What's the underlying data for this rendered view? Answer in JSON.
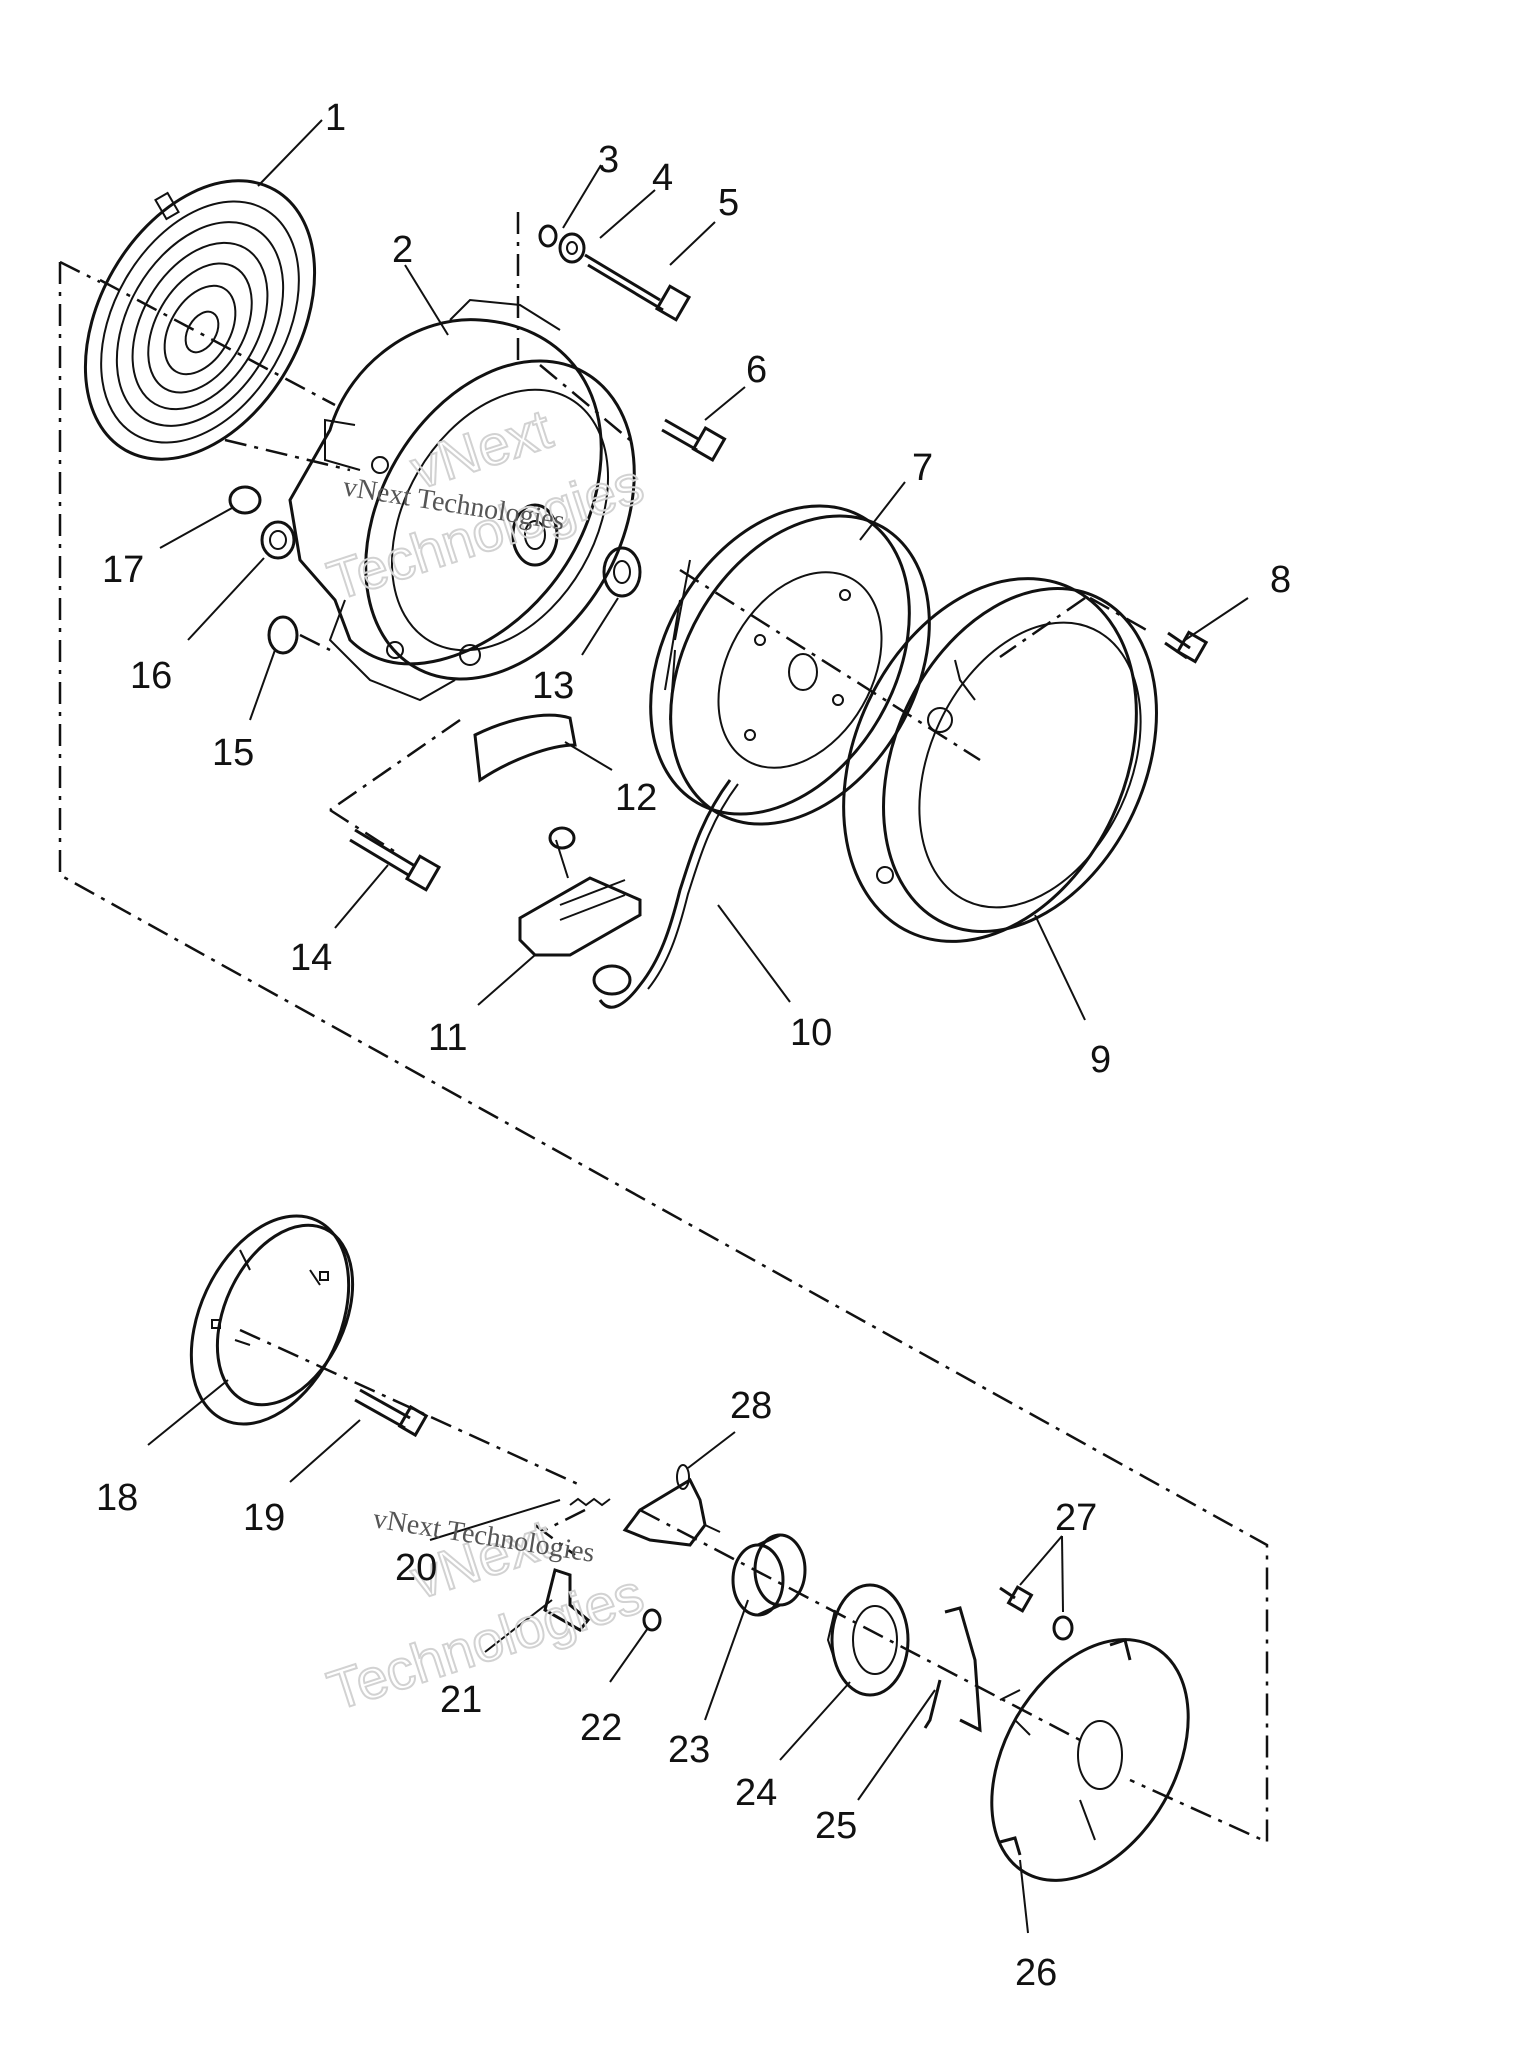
{
  "callouts": [
    "1",
    "2",
    "3",
    "4",
    "5",
    "6",
    "7",
    "8",
    "9",
    "10",
    "11",
    "12",
    "13",
    "14",
    "15",
    "16",
    "17",
    "18",
    "19",
    "20",
    "21",
    "22",
    "23",
    "24",
    "25",
    "26",
    "27",
    "28"
  ],
  "watermark": {
    "brand": "vNext",
    "company": "Technologies",
    "full": "vNext Technologies"
  },
  "colors": {
    "ink": "#111111",
    "paper": "#ffffff",
    "watermark": "#d2d2d2"
  }
}
